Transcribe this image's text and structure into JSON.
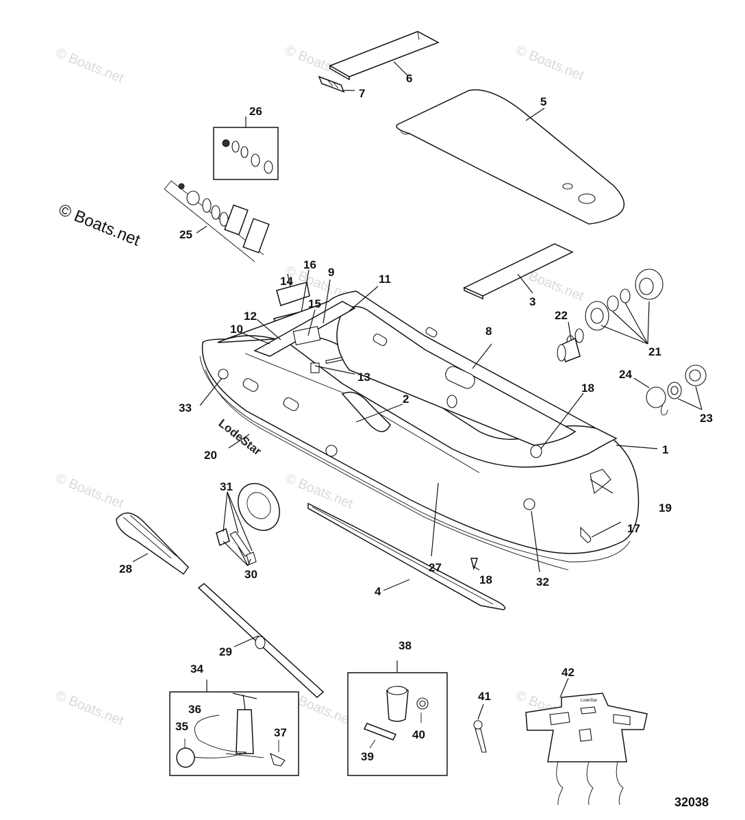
{
  "diagram": {
    "figure_number": "32038",
    "copyright": "© Boats.net",
    "watermark": "© Boats.net",
    "brand_text": "LodeStar",
    "mini_brand_text": "LodeStar",
    "callouts": {
      "c1": "1",
      "c2": "2",
      "c3": "3",
      "c4": "4",
      "c5": "5",
      "c6": "6",
      "c7": "7",
      "c8": "8",
      "c9": "9",
      "c10": "10",
      "c11": "11",
      "c12": "12",
      "c13": "13",
      "c14": "14",
      "c15": "15",
      "c16": "16",
      "c17": "17",
      "c18a": "18",
      "c18b": "18",
      "c19": "19",
      "c20": "20",
      "c21": "21",
      "c22": "22",
      "c23": "23",
      "c24": "24",
      "c25": "25",
      "c26": "26",
      "c27": "27",
      "c28": "28",
      "c29": "29",
      "c30": "30",
      "c31": "31",
      "c32": "32",
      "c33": "33",
      "c34": "34",
      "c35": "35",
      "c36": "36",
      "c37": "37",
      "c38": "38",
      "c39": "39",
      "c40": "40",
      "c41": "41",
      "c42": "42"
    }
  }
}
